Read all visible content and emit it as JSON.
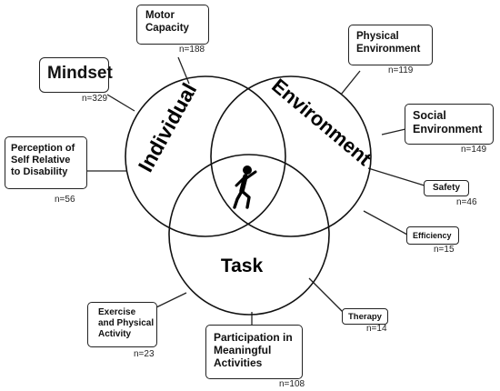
{
  "circles": {
    "individual": "Individual",
    "environment": "Environment",
    "task": "Task"
  },
  "center_icon": "person-walking-icon",
  "boxes": {
    "motor_capacity": {
      "lines": [
        "Motor",
        "Capacity"
      ],
      "count": "n=188"
    },
    "mindset": {
      "lines": [
        "Mindset"
      ],
      "count": "n=329"
    },
    "perception": {
      "lines": [
        "Perception of",
        "Self Relative",
        "to Disability"
      ],
      "count": "n=56"
    },
    "physical_environment": {
      "lines": [
        "Physical",
        "Environment"
      ],
      "count": "n=119"
    },
    "social_environment": {
      "lines": [
        "Social",
        "Environment"
      ],
      "count": "n=149"
    },
    "safety": {
      "lines": [
        "Safety"
      ],
      "count": "n=46"
    },
    "efficiency": {
      "lines": [
        "Efficiency"
      ],
      "count": "n=15"
    },
    "therapy": {
      "lines": [
        "Therapy"
      ],
      "count": "n=14"
    },
    "exercise": {
      "lines": [
        "Exercise",
        "and Physical",
        "Activity"
      ],
      "count": "n=23"
    },
    "participation": {
      "lines": [
        "Participation in",
        "Meaningful",
        "Activities"
      ],
      "count": "n=108"
    }
  }
}
